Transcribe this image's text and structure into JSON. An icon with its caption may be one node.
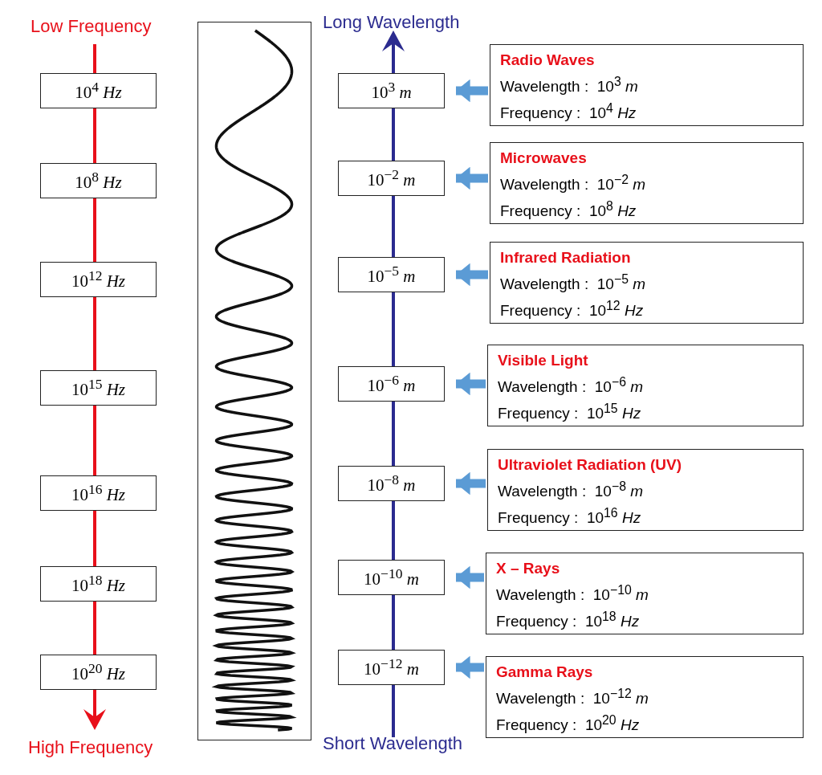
{
  "diagram": {
    "nodes": [
      {
        "text": [
          "10$^{4}$ *Hz*"
        ]
      },
      {
        "text": [
          "10$^{8}$ *Hz*"
        ]
      },
      {
        "text": [
          "10$^{12}$ *Hz*"
        ]
      },
      {
        "text": [
          "10$^{15}$ *Hz*"
        ]
      },
      {
        "text": [
          "10$^{16}$ *Hz*"
        ]
      },
      {
        "text": [
          "10$^{18}$ *Hz*"
        ]
      },
      {
        "text": [
          "10$^{20}$ *Hz*"
        ]
      },
      {
        "text": [
          "10$^{3}$ *m*"
        ]
      },
      {
        "text": [
          "10$^{−2}$ *m*"
        ]
      },
      {
        "text": [
          "10$^{−5}$ *m*"
        ]
      },
      {
        "text": [
          "10$^{−6}$ *m*"
        ]
      },
      {
        "text": [
          "10$^{−8}$ *m*"
        ]
      },
      {
        "text": [
          "10$^{−10}$ *m*"
        ]
      },
      {
        "text": [
          "10$^{−12}$ *m*"
        ]
      },
      {
        "text": [
          "Radio Waves",
          "Wavelength :  10$^{3}$ *m*",
          "Frequency :  10$^{4}$ *Hz*"
        ]
      },
      {
        "text": [
          "Microwaves",
          "Wavelength :  10$^{−2}$ *m*",
          "Frequency :  10$^{8}$ *Hz*"
        ]
      },
      {
        "text": [
          "Infrared Radiation",
          "Wavelength :  10$^{−5}$ *m*",
          "Frequency :  10$^{12}$ *Hz*"
        ]
      },
      {
        "text": [
          "Visible Light",
          "Wavelength :  10$^{−6}$ *m*",
          "Frequency :  10$^{15}$ *Hz*"
        ]
      },
      {
        "text": [
          "Ultraviolet Radiation (UV)",
          "Wavelength :  10$^{−8}$ *m*",
          "Frequency :  10$^{16}$ *Hz*"
        ]
      },
      {
        "text": [
          "X – Rays",
          "Wavelength :  10$^{−10}$ *m*",
          "Frequency :  10$^{18}$ *Hz*"
        ]
      },
      {
        "text": [
          "Gamma Rays",
          "Wavelength :  10$^{−12}$ *m*",
          "Frequency :  10$^{20}$ *Hz*"
        ]
      },
      {
        "text": [],
        "shape": "picture"
      }
    ],
    "edges": [
      {
        "from": 14,
        "to": 7,
        "arrow": "to"
      },
      {
        "from": 15,
        "to": 8,
        "arrow": "to"
      },
      {
        "from": 16,
        "to": 9,
        "arrow": "to"
      },
      {
        "from": 17,
        "to": 10,
        "arrow": "to"
      },
      {
        "from": 18,
        "to": 11,
        "arrow": "to"
      },
      {
        "from": 19,
        "to": 12,
        "arrow": "to"
      },
      {
        "from": 20,
        "to": 13,
        "arrow": "to"
      }
    ],
    "labels": [
      "Low Frequency",
      "Long Wavelength",
      "High Frequency",
      "Short Wavelength"
    ]
  }
}
